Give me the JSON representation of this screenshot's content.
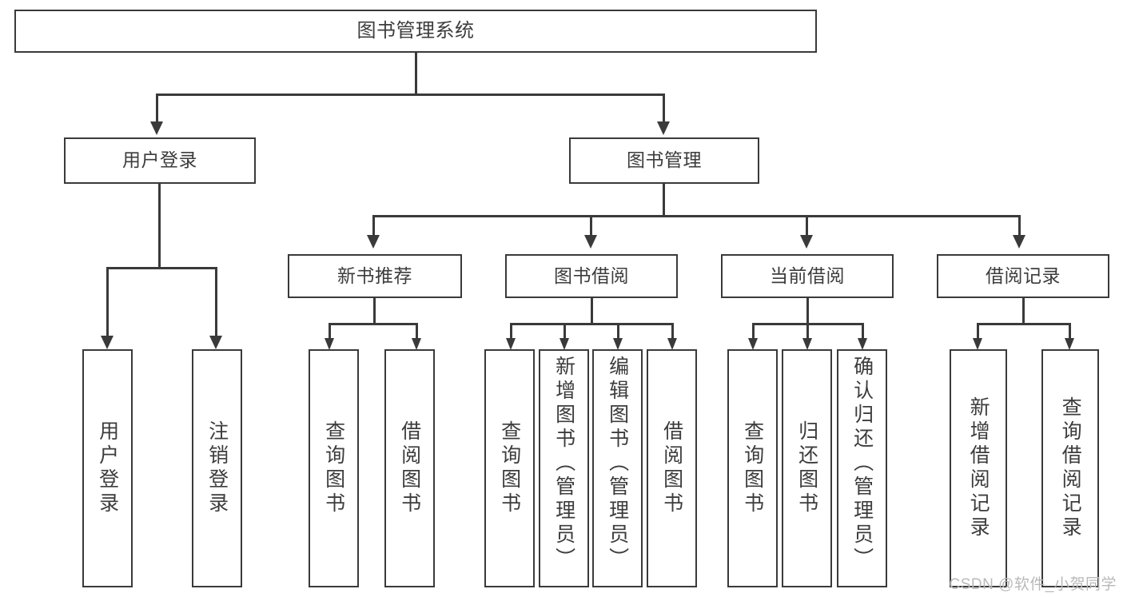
{
  "diagram": {
    "title": "图书管理系统",
    "type": "tree",
    "watermark": "CSDN @软件_小贺同学",
    "colors": {
      "stroke": "#3a3a3a",
      "text": "#3c3c3c",
      "background": "#ffffff",
      "watermark": "#b9b9b9"
    }
  },
  "nodes": {
    "root": {
      "label": "图书管理系统"
    },
    "level2": [
      {
        "label": "用户登录"
      },
      {
        "label": "图书管理"
      }
    ],
    "level3": [
      {
        "label": "新书推荐"
      },
      {
        "label": "图书借阅"
      },
      {
        "label": "当前借阅"
      },
      {
        "label": "借阅记录"
      }
    ],
    "leaves": {
      "user_login": [
        {
          "label": "用户登录"
        },
        {
          "label": "注销登录"
        }
      ],
      "new_book": [
        {
          "label": "查询图书"
        },
        {
          "label": "借阅图书"
        }
      ],
      "borrow": [
        {
          "label": "查询图书"
        },
        {
          "label": "新增图书（管理员）"
        },
        {
          "label": "编辑图书（管理员）"
        },
        {
          "label": "借阅图书"
        }
      ],
      "current": [
        {
          "label": "查询图书"
        },
        {
          "label": "归还图书"
        },
        {
          "label": "确认归还（管理员）"
        }
      ],
      "records": [
        {
          "label": "新增借阅记录"
        },
        {
          "label": "查询借阅记录"
        }
      ]
    }
  }
}
